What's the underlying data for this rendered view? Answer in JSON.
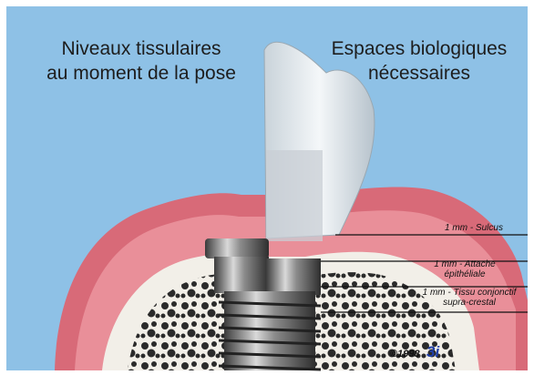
{
  "captions": {
    "left": [
      "Niveaux tissulaires",
      "au moment de la pose"
    ],
    "right": [
      "Espaces biologiques",
      "nécessaires"
    ]
  },
  "labels": {
    "sulcus": "1 mm - Sulcus",
    "attache_1": "1 mm - Attache",
    "attache_2": "épithéliale",
    "tissu_1": "1 mm - Tissu conjonctif",
    "tissu_2": "supra-crestal"
  },
  "copyright": {
    "text": "©1998",
    "brand": "3i"
  },
  "colors": {
    "background": "#8ec1e6",
    "gingiva": "#d86a78",
    "bone": "#f2efe8",
    "brand": "#1f3fa8"
  }
}
